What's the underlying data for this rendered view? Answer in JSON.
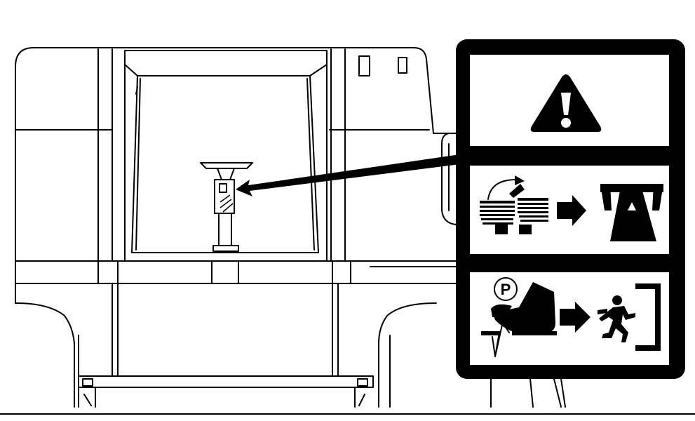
{
  "diagram": {
    "colors": {
      "line": "#000000",
      "background": "#ffffff"
    },
    "decal": {
      "panels": [
        {
          "id": "warning",
          "icons": [
            "warning-triangle-icon"
          ]
        },
        {
          "id": "lower-steering",
          "icons": [
            "steering-tilt-icon",
            "arrow-right-icon",
            "highway-road-icon"
          ]
        },
        {
          "id": "parking-brake-exit",
          "icons": [
            "parking-brake-pedal-icon",
            "arrow-right-icon",
            "exit-person-icon"
          ]
        }
      ],
      "parking_symbol": "P"
    }
  }
}
